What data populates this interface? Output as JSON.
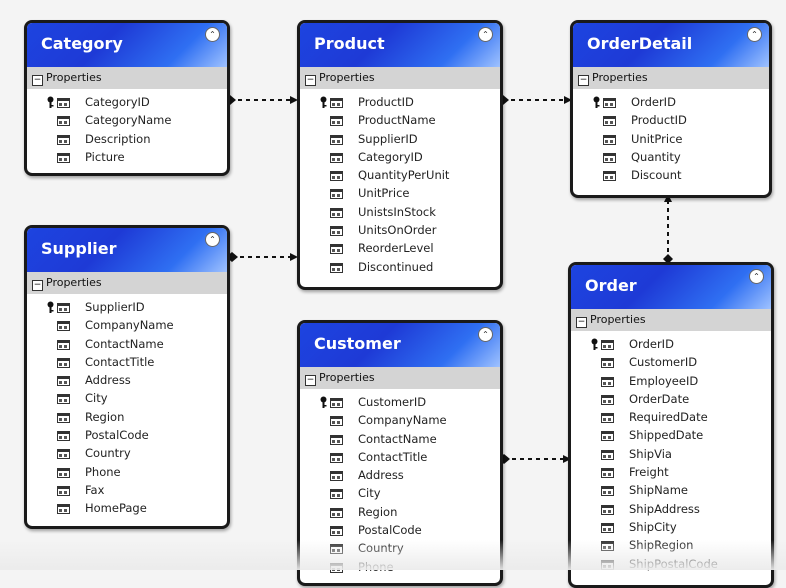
{
  "section_label": "Properties",
  "entities": [
    {
      "id": "category",
      "title": "Category",
      "properties": [
        {
          "name": "CategoryID",
          "key": true
        },
        {
          "name": "CategoryName",
          "key": false
        },
        {
          "name": "Description",
          "key": false
        },
        {
          "name": "Picture",
          "key": false
        }
      ]
    },
    {
      "id": "product",
      "title": "Product",
      "properties": [
        {
          "name": "ProductID",
          "key": true
        },
        {
          "name": "ProductName",
          "key": false
        },
        {
          "name": "SupplierID",
          "key": false
        },
        {
          "name": "CategoryID",
          "key": false
        },
        {
          "name": "QuantityPerUnit",
          "key": false
        },
        {
          "name": "UnitPrice",
          "key": false
        },
        {
          "name": "UnistsInStock",
          "key": false
        },
        {
          "name": "UnitsOnOrder",
          "key": false
        },
        {
          "name": "ReorderLevel",
          "key": false
        },
        {
          "name": "Discontinued",
          "key": false
        }
      ]
    },
    {
      "id": "orderdetail",
      "title": "OrderDetail",
      "properties": [
        {
          "name": "OrderID",
          "key": true
        },
        {
          "name": "ProductID",
          "key": false
        },
        {
          "name": "UnitPrice",
          "key": false
        },
        {
          "name": "Quantity",
          "key": false
        },
        {
          "name": "Discount",
          "key": false
        }
      ]
    },
    {
      "id": "supplier",
      "title": "Supplier",
      "properties": [
        {
          "name": "SupplierID",
          "key": true
        },
        {
          "name": "CompanyName",
          "key": false
        },
        {
          "name": "ContactName",
          "key": false
        },
        {
          "name": "ContactTitle",
          "key": false
        },
        {
          "name": "Address",
          "key": false
        },
        {
          "name": "City",
          "key": false
        },
        {
          "name": "Region",
          "key": false
        },
        {
          "name": "PostalCode",
          "key": false
        },
        {
          "name": "Country",
          "key": false
        },
        {
          "name": "Phone",
          "key": false
        },
        {
          "name": "Fax",
          "key": false
        },
        {
          "name": "HomePage",
          "key": false
        }
      ]
    },
    {
      "id": "customer",
      "title": "Customer",
      "properties": [
        {
          "name": "CustomerID",
          "key": true
        },
        {
          "name": "CompanyName",
          "key": false
        },
        {
          "name": "ContactName",
          "key": false
        },
        {
          "name": "ContactTitle",
          "key": false
        },
        {
          "name": "Address",
          "key": false
        },
        {
          "name": "City",
          "key": false
        },
        {
          "name": "Region",
          "key": false
        },
        {
          "name": "PostalCode",
          "key": false
        },
        {
          "name": "Country",
          "key": false
        },
        {
          "name": "Phone",
          "key": false
        }
      ]
    },
    {
      "id": "order",
      "title": "Order",
      "properties": [
        {
          "name": "OrderID",
          "key": true
        },
        {
          "name": "CustomerID",
          "key": false
        },
        {
          "name": "EmployeeID",
          "key": false
        },
        {
          "name": "OrderDate",
          "key": false
        },
        {
          "name": "RequiredDate",
          "key": false
        },
        {
          "name": "ShippedDate",
          "key": false
        },
        {
          "name": "ShipVia",
          "key": false
        },
        {
          "name": "Freight",
          "key": false
        },
        {
          "name": "ShipName",
          "key": false
        },
        {
          "name": "ShipAddress",
          "key": false
        },
        {
          "name": "ShipCity",
          "key": false
        },
        {
          "name": "ShipRegion",
          "key": false
        },
        {
          "name": "ShipPostalCode",
          "key": false
        }
      ]
    }
  ],
  "relationships": [
    {
      "from": "category",
      "to": "product"
    },
    {
      "from": "product",
      "to": "orderdetail"
    },
    {
      "from": "supplier",
      "to": "product"
    },
    {
      "from": "customer",
      "to": "order"
    },
    {
      "from": "order",
      "to": "orderdetail"
    }
  ],
  "colors": {
    "header_blue": "#1e3ad6",
    "section_gray": "#d4d4d4",
    "connector": "#111111"
  },
  "icons": {
    "collapse": "collapse-chevrons-icon",
    "section_toggle": "minus-box-icon",
    "key": "primary-key-icon",
    "field": "field-icon"
  }
}
